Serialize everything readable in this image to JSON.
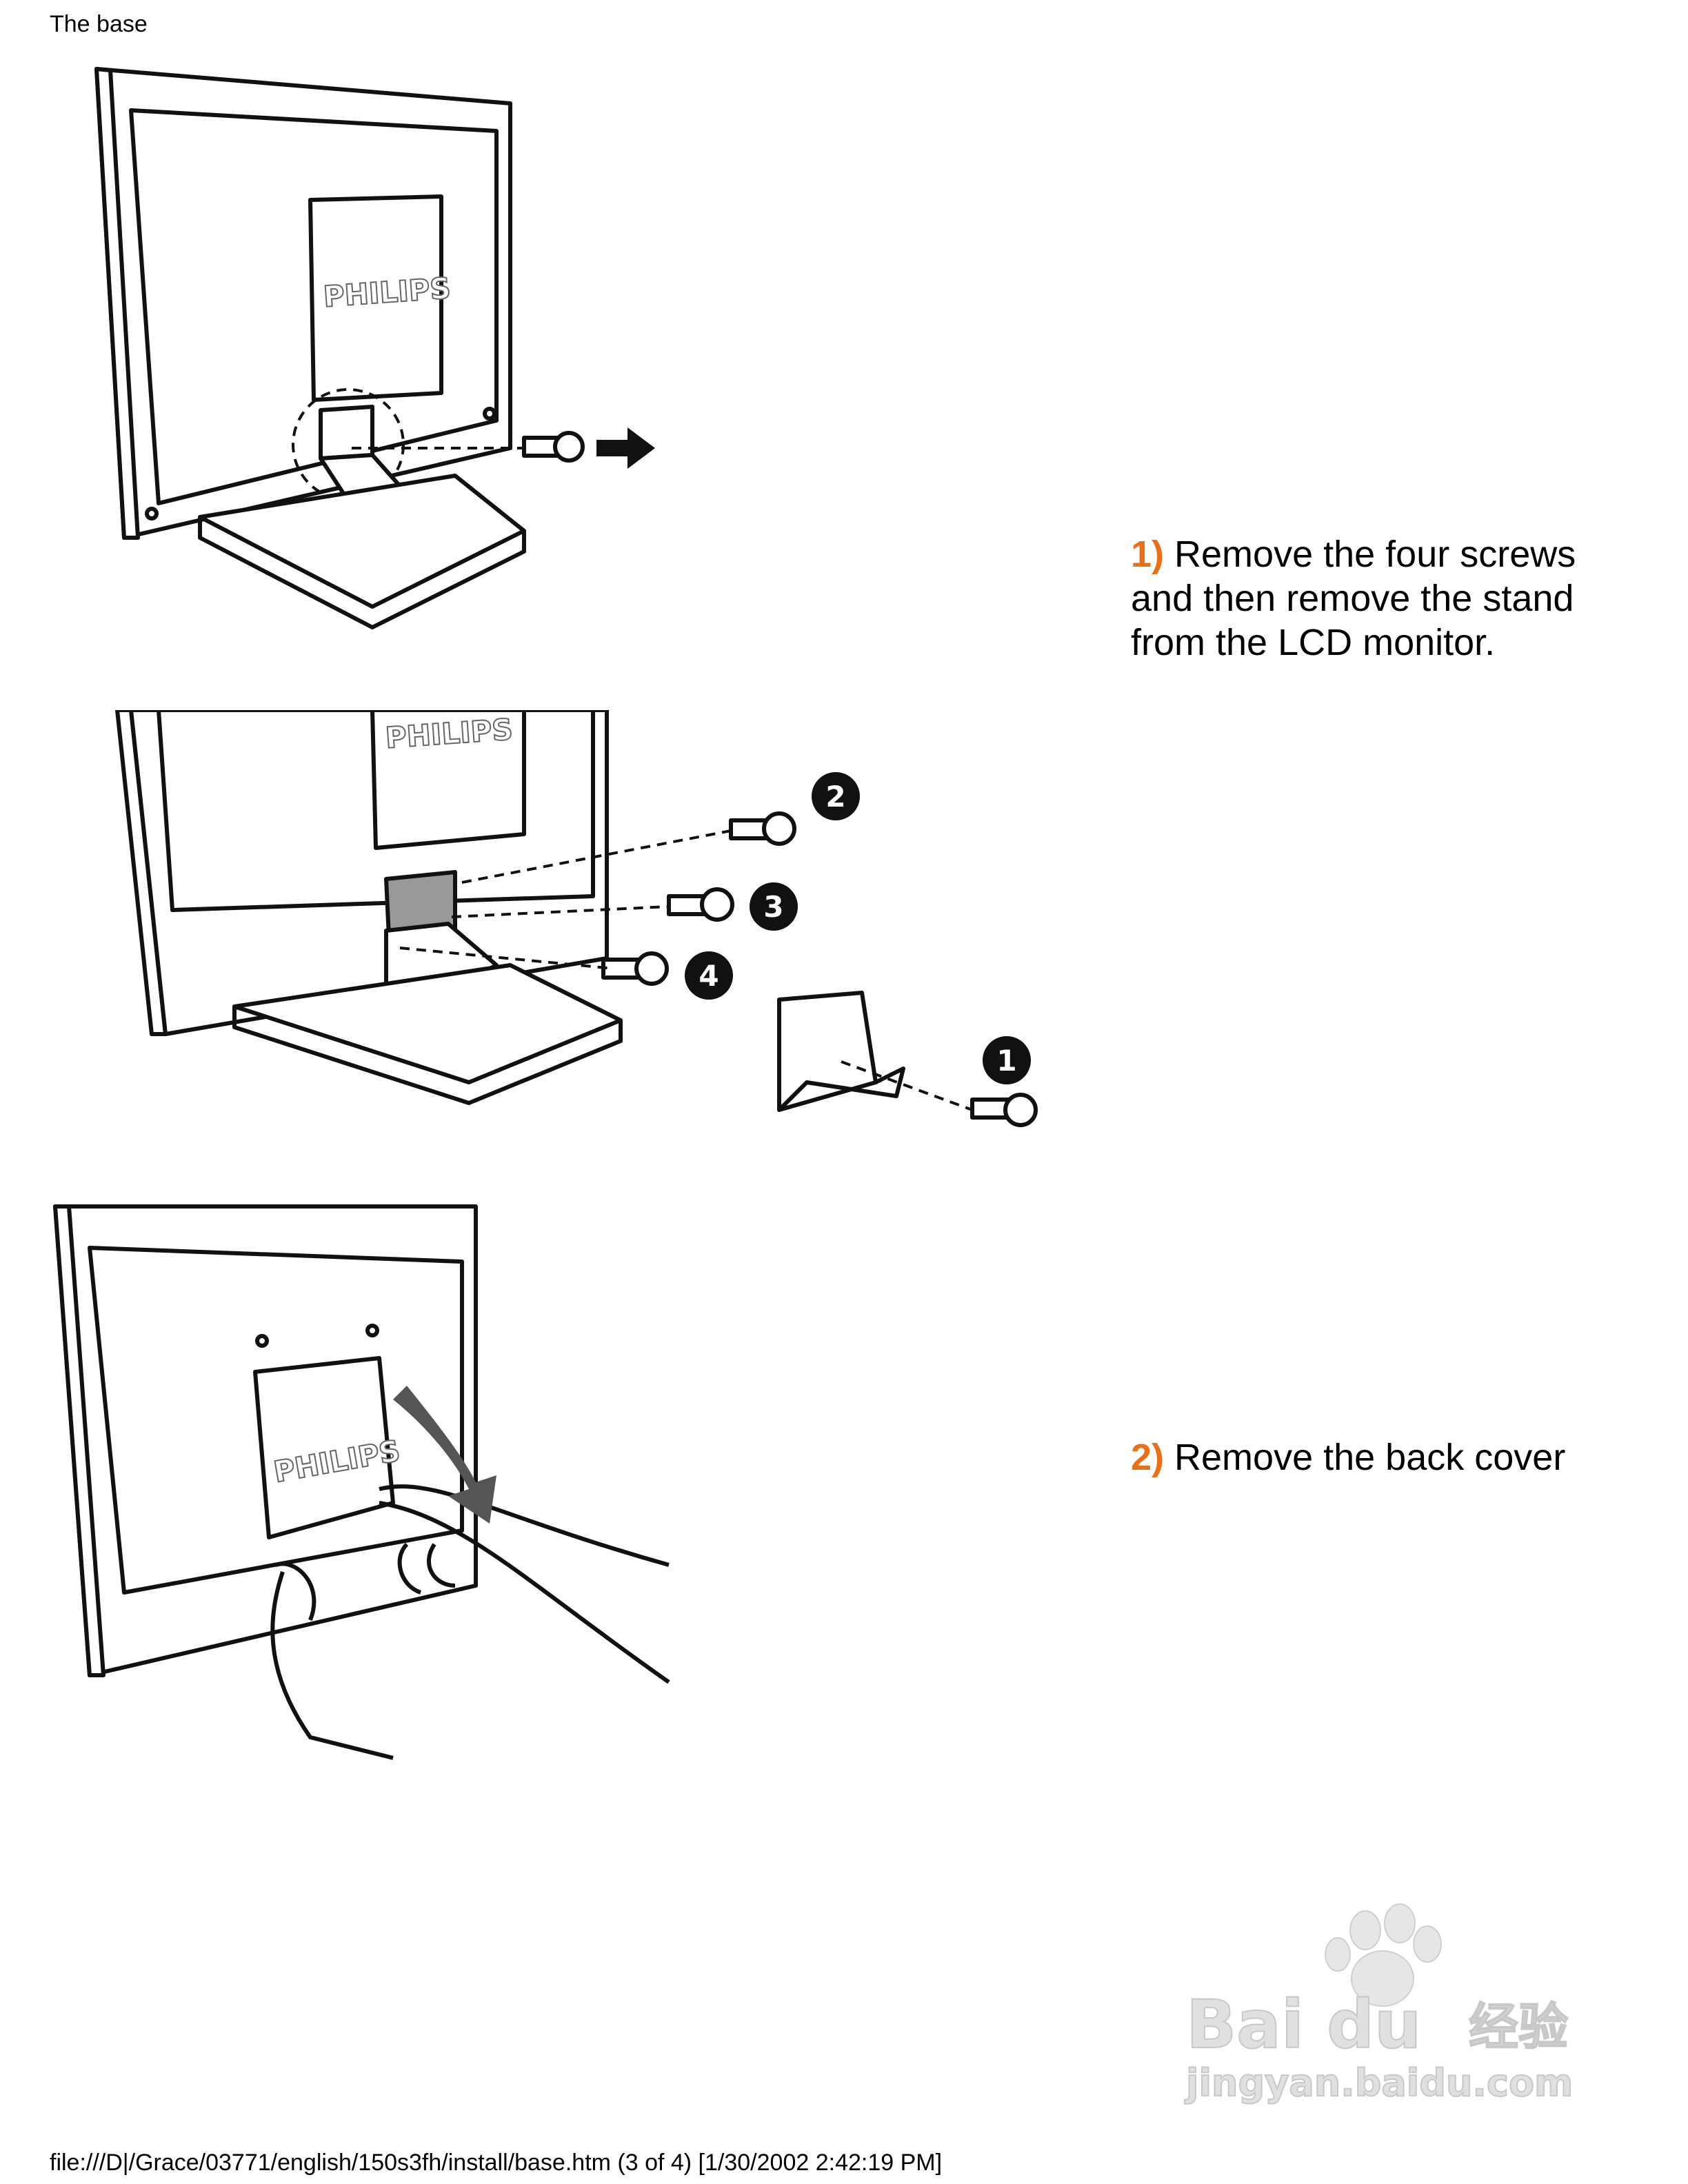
{
  "header": {
    "title": "The base"
  },
  "illustrations": {
    "brand": "PHILIPS",
    "screw_numbers": [
      "1",
      "2",
      "3",
      "4"
    ]
  },
  "steps": [
    {
      "number": "1)",
      "text": "Remove the four screws and then remove the stand from the LCD monitor."
    },
    {
      "number": "2)",
      "text": "Remove the back cover"
    }
  ],
  "footer": {
    "path": "file:///D|/Grace/03771/english/150s3fh/install/base.htm (3 of 4) [1/30/2002 2:42:19 PM]"
  },
  "watermark": {
    "brand": "Bai du",
    "cn": "经验",
    "url": "jingyan.baidu.com"
  },
  "colors": {
    "step_number": "#e8701a",
    "line_art": "#111111"
  }
}
